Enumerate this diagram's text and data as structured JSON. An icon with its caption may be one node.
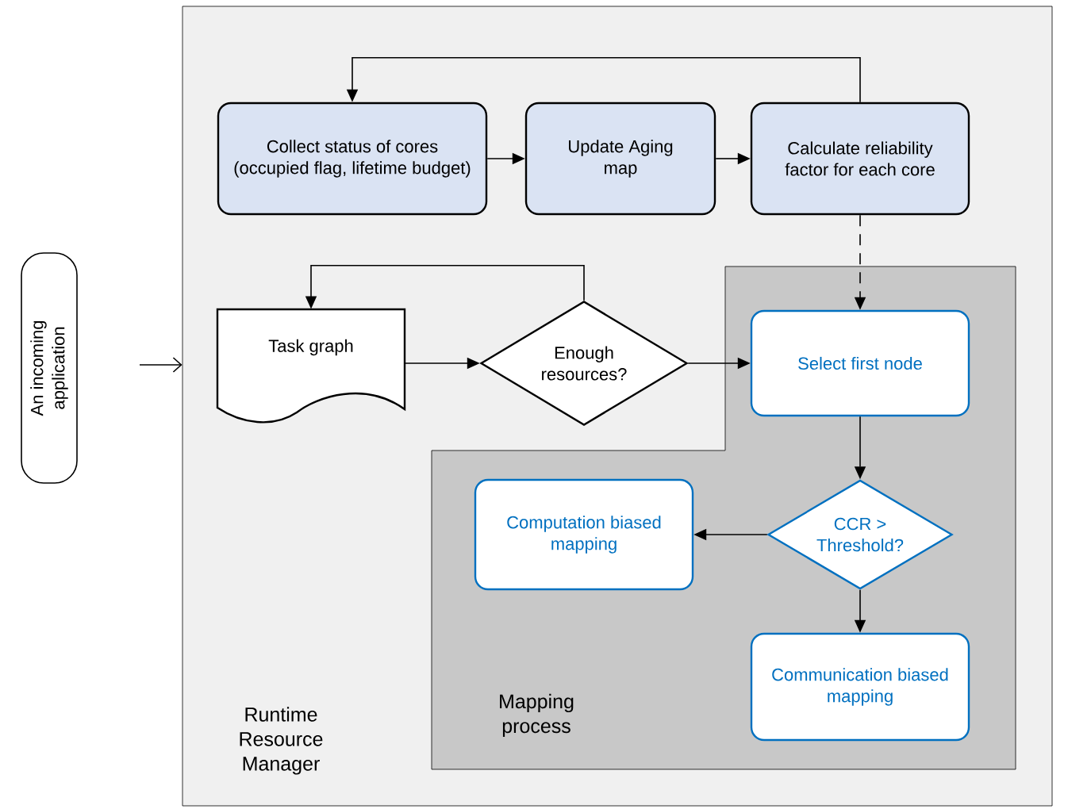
{
  "diagram": {
    "nodes": [
      {
        "text": [
          "An incoming application"
        ]
      },
      {
        "text": [
          "Runtime Resource Manager"
        ]
      },
      {
        "text": [
          "Collect status of cores (occupied flag, lifetime budget)"
        ],
        "in": 1
      },
      {
        "text": [
          "Update Aging map"
        ],
        "in": 1
      },
      {
        "text": [
          "Calculate reliability factor for each core"
        ],
        "in": 1
      },
      {
        "text": [
          "Task graph"
        ],
        "in": 1
      },
      {
        "text": [
          "Enough resources?"
        ],
        "in": 1
      },
      {
        "text": [
          "Mapping process"
        ],
        "in": 1
      },
      {
        "text": [
          "Select first node"
        ],
        "in": 7
      },
      {
        "text": [
          "CCR > Threshold?"
        ],
        "in": 7
      },
      {
        "text": [
          "Computation biased mapping"
        ],
        "in": 7
      },
      {
        "text": [
          "Communication biased mapping"
        ],
        "in": 7
      }
    ],
    "edges": [
      {
        "from": null,
        "to": 1,
        "arrow": "to"
      },
      {
        "from": 2,
        "to": 3,
        "arrow": "to"
      },
      {
        "from": 3,
        "to": 4,
        "arrow": "to"
      },
      {
        "from": 4,
        "to": 2,
        "arrow": "to"
      },
      {
        "from": 4,
        "to": 8,
        "arrow": "to",
        "style": "dashed"
      },
      {
        "from": 6,
        "to": 5,
        "arrow": "to"
      },
      {
        "from": 5,
        "to": 6,
        "arrow": "to"
      },
      {
        "from": 6,
        "to": 8,
        "arrow": "to"
      },
      {
        "from": 8,
        "to": 9,
        "arrow": "to"
      },
      {
        "from": 9,
        "to": 10,
        "arrow": "to"
      },
      {
        "from": 9,
        "to": 11,
        "arrow": "to"
      }
    ]
  }
}
